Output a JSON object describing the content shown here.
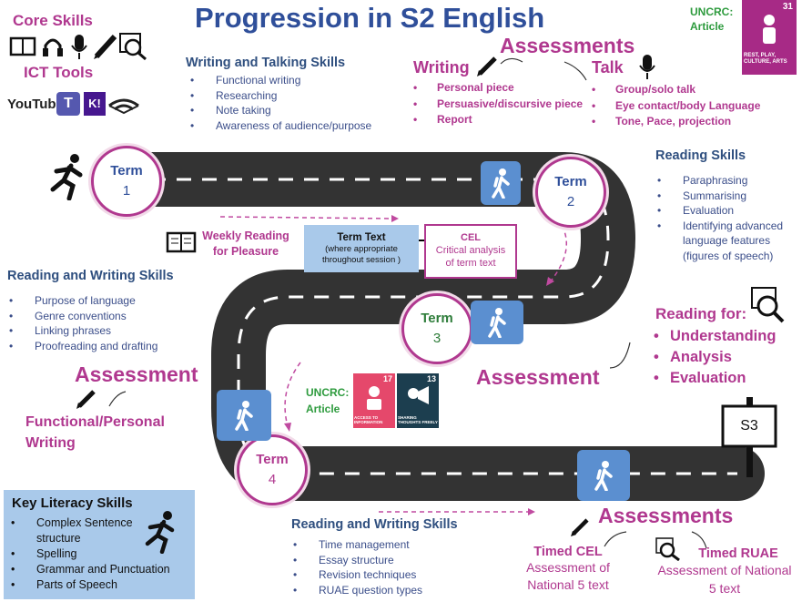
{
  "title": "Progression in S2 English",
  "core_skills": {
    "heading": "Core Skills"
  },
  "ict_tools": {
    "heading": "ICT Tools",
    "youtube": "YouTube",
    "kahoot": "K!"
  },
  "uncrc_top": {
    "label": "UNCRC:",
    "sublabel": "Article",
    "badge_number": "31",
    "badge_text": "REST, PLAY, CULTURE, ARTS"
  },
  "writing_talking": {
    "heading": "Writing and Talking Skills",
    "items": [
      "Functional writing",
      "Researching",
      "Note taking",
      "Awareness of audience/purpose"
    ]
  },
  "assessments_top": {
    "heading": "Assessments",
    "writing": {
      "heading": "Writing",
      "items": [
        "Personal piece",
        "Persuasive/discursive piece",
        "Report"
      ]
    },
    "talk": {
      "heading": "Talk",
      "items": [
        "Group/solo talk",
        "Eye contact/body Language",
        "Tone, Pace, projection"
      ]
    }
  },
  "terms": [
    {
      "label": "Term",
      "number": "1"
    },
    {
      "label": "Term",
      "number": "2"
    },
    {
      "label": "Term",
      "number": "3"
    },
    {
      "label": "Term",
      "number": "4"
    }
  ],
  "reading_skills": {
    "heading": "Reading Skills",
    "items": [
      "Paraphrasing",
      "Summarising",
      "Evaluation",
      "Identifying advanced language features (figures of speech)"
    ]
  },
  "weekly_reading": {
    "line1": "Weekly Reading",
    "line2": "for Pleasure"
  },
  "term_text": {
    "heading": "Term Text",
    "line1": "(where appropriate",
    "line2": "throughout session )"
  },
  "cel": {
    "heading": "CEL",
    "line1": "Critical analysis",
    "line2": "of term text"
  },
  "reading_writing_left": {
    "heading": "Reading and Writing Skills",
    "items": [
      "Purpose of language",
      "Genre conventions",
      "Linking phrases",
      "Proofreading and drafting"
    ]
  },
  "reading_for": {
    "heading": "Reading for:",
    "items": [
      "Understanding",
      "Analysis",
      "Evaluation"
    ]
  },
  "assessment_mid_right": {
    "heading": "Assessment"
  },
  "assessment_left": {
    "heading": "Assessment",
    "line1": "Functional/Personal",
    "line2": "Writing"
  },
  "uncrc_mid": {
    "label": "UNCRC:",
    "sublabel": "Article",
    "badge1_number": "17",
    "badge1_text": "ACCESS TO INFORMATION",
    "badge2_number": "13",
    "badge2_text": "SHARING THOUGHTS FREELY"
  },
  "s3_sign": "S3",
  "key_literacy": {
    "heading": "Key Literacy Skills",
    "items": [
      "Complex Sentence structure",
      "Spelling",
      "Grammar and Punctuation",
      "Parts of Speech"
    ]
  },
  "reading_writing_bottom": {
    "heading": "Reading and Writing Skills",
    "items": [
      "Time management",
      "Essay structure",
      "Revision techniques",
      "RUAE question types"
    ]
  },
  "assessments_bottom": {
    "heading": "Assessments",
    "timed_cel": {
      "heading": "Timed CEL",
      "line1": "Assessment of",
      "line2": "National 5 text"
    },
    "timed_ruae": {
      "heading": "Timed RUAE",
      "line1": "Assessment of National",
      "line2": "5 text"
    }
  },
  "colors": {
    "pink": "#b0388f",
    "blue": "#2f4f9a",
    "green": "#2e9b3e",
    "road": "#333333",
    "hiker": "#5b8fd0",
    "uncrc": "#a72a86"
  }
}
